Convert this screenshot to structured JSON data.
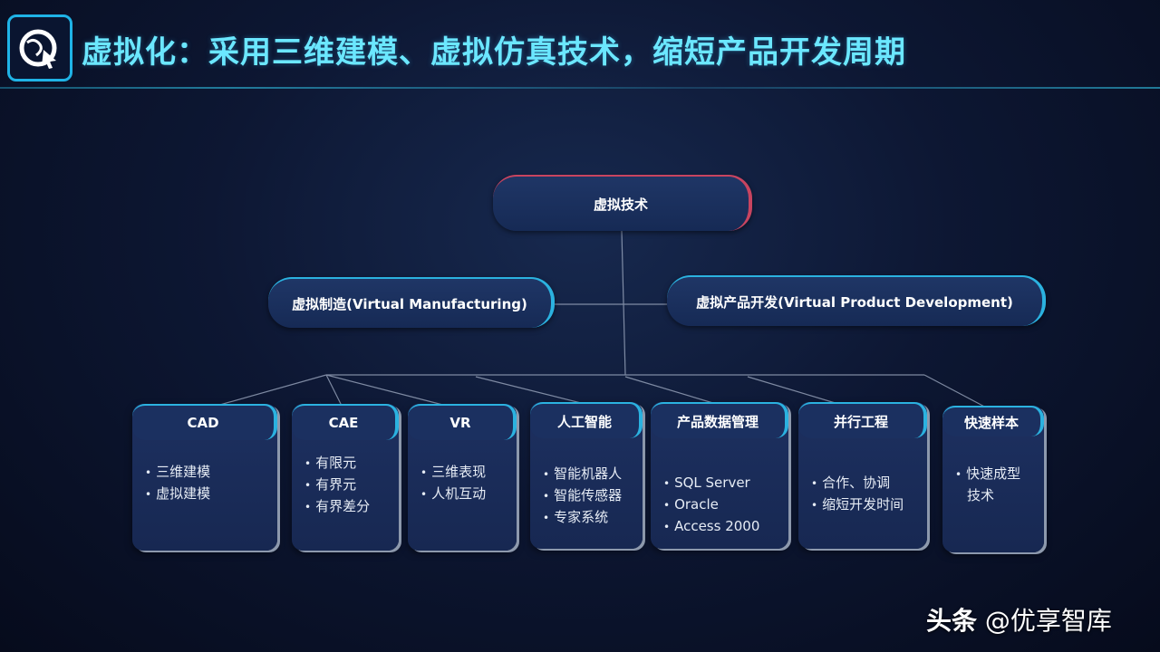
{
  "header": {
    "title": "虚拟化：采用三维建模、虚拟仿真技术，缩短产品开发周期",
    "logo_icon": "globe-cursor-icon"
  },
  "diagram": {
    "root": "虚拟技术",
    "branches": [
      "虚拟制造(Virtual Manufacturing)",
      "虚拟产品开发(Virtual Product Development)"
    ],
    "cards": [
      {
        "title": "CAD",
        "items": [
          "三维建模",
          "虚拟建模"
        ]
      },
      {
        "title": "CAE",
        "items": [
          "有限元",
          "有界元",
          "有界差分"
        ]
      },
      {
        "title": "VR",
        "items": [
          "三维表现",
          "人机互动"
        ]
      },
      {
        "title": "人工智能",
        "items": [
          "智能机器人",
          "智能传感器",
          "专家系统"
        ]
      },
      {
        "title": "产品数据管理",
        "items": [
          "SQL Server",
          "Oracle",
          "Access 2000"
        ]
      },
      {
        "title": "并行工程",
        "items": [
          "合作、协调",
          "缩短开发时间"
        ]
      },
      {
        "title": "快速样本",
        "items": [
          "快速成型",
          "技术"
        ]
      }
    ],
    "colors": {
      "root_accent": "#c84460",
      "node_accent": "#2bb2e0",
      "title_color": "#6be7ff"
    }
  },
  "watermark": {
    "brand": "头条",
    "handle": "@优享智库"
  }
}
